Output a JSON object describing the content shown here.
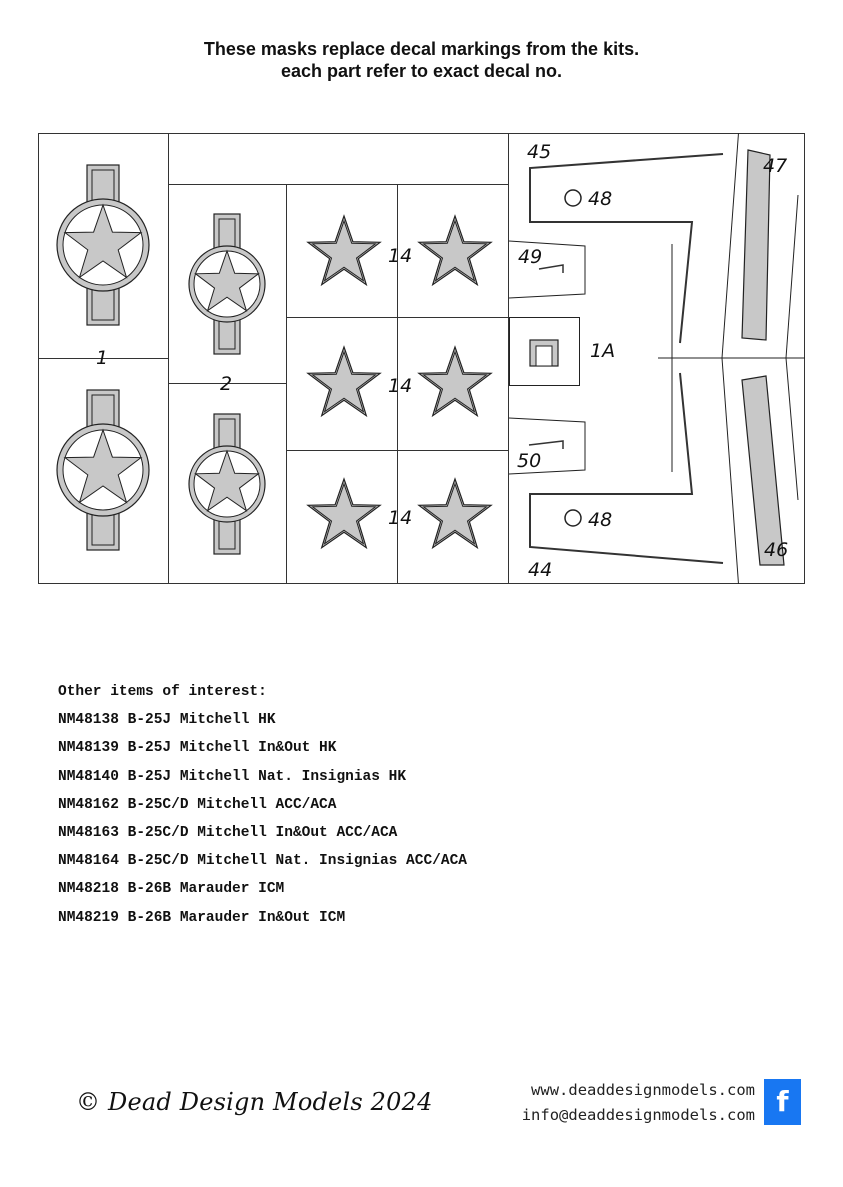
{
  "header": {
    "line1": "These masks replace decal markings from the kits.",
    "line2": "each part refer to exact decal no."
  },
  "labels": {
    "n45": "45",
    "n47": "47",
    "n48a": "48",
    "n48b": "48",
    "n49": "49",
    "n1a": "1A",
    "n50": "50",
    "n44": "44",
    "n46": "46",
    "n1": "1",
    "n2": "2",
    "n14a": "14",
    "n14b": "14",
    "n14c": "14"
  },
  "items": {
    "heading": "Other items of interest:",
    "list": [
      "NM48138 B-25J Mitchell HK",
      "NM48139 B-25J Mitchell In&Out HK",
      "NM48140 B-25J Mitchell Nat. Insignias HK",
      "NM48162 B-25C/D Mitchell ACC/ACA",
      "NM48163 B-25C/D Mitchell In&Out ACC/ACA",
      "NM48164 B-25C/D Mitchell Nat. Insignias ACC/ACA",
      "NM48218 B-26B Marauder ICM",
      "NM48219 B-26B Marauder In&Out ICM"
    ]
  },
  "footer": {
    "copyright": "© Dead Design Models 2024",
    "website": "www.deaddesignmodels.com",
    "email": "info@deaddesignmodels.com",
    "social_glyph": "f"
  },
  "colors": {
    "mask_fill": "#c8c8c8",
    "facebook": "#1877f2"
  }
}
